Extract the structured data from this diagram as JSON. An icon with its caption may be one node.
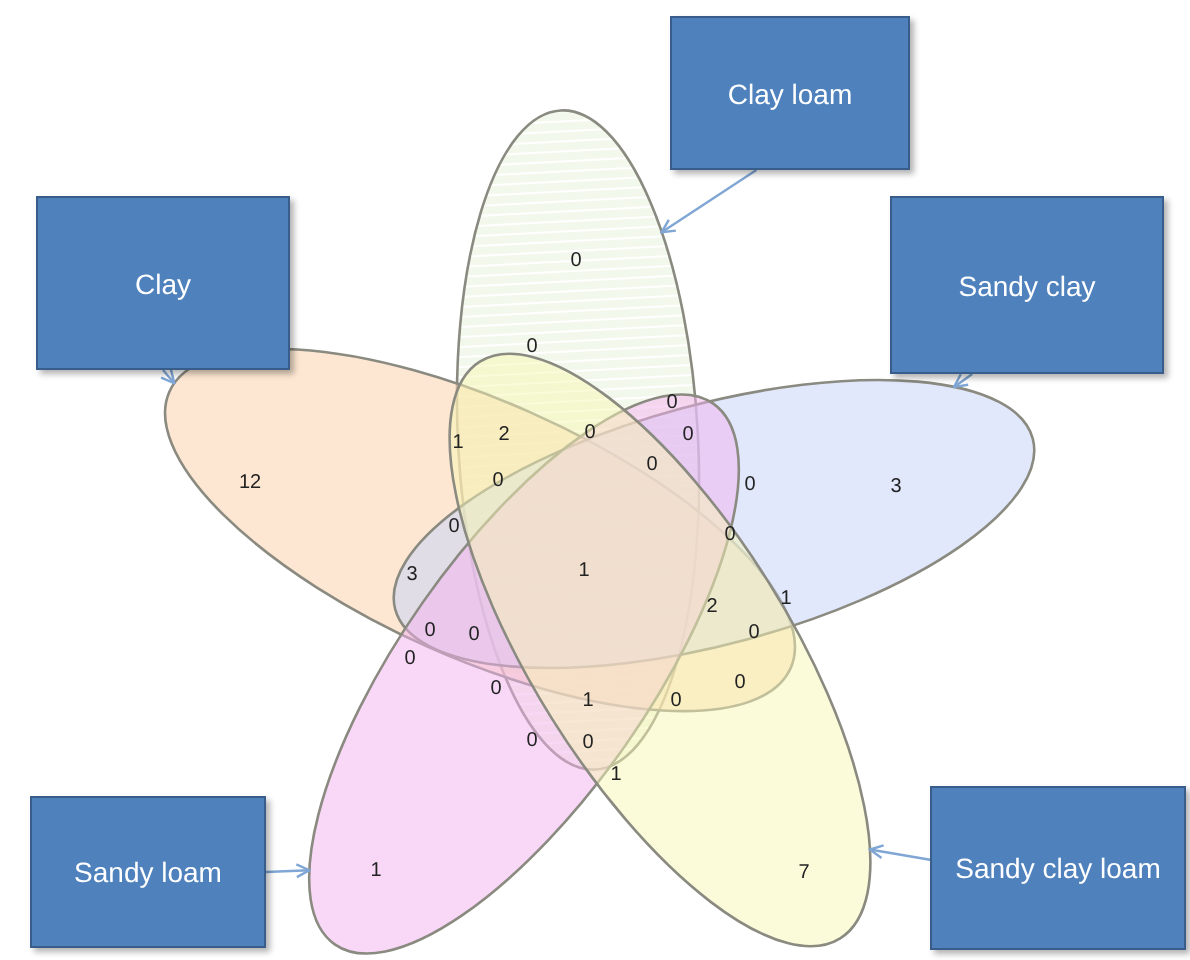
{
  "diagram": {
    "nodes": [
      {
        "text": [
          "Clay loam"
        ]
      },
      {
        "text": [
          "Clay"
        ]
      },
      {
        "text": [
          "Sandy clay"
        ]
      },
      {
        "text": [
          "Sandy loam"
        ]
      },
      {
        "text": [
          "Sandy clay loam"
        ]
      },
      {
        "text": [],
        "shape": "ellipse"
      },
      {
        "text": [],
        "shape": "ellipse"
      },
      {
        "text": [],
        "shape": "ellipse"
      },
      {
        "text": [],
        "shape": "ellipse"
      },
      {
        "text": [],
        "shape": "ellipse"
      }
    ],
    "edges": [
      {
        "from": 0,
        "to": 5,
        "arrow": "to"
      },
      {
        "from": 1,
        "to": 6,
        "arrow": "to"
      },
      {
        "from": 2,
        "to": 7,
        "arrow": "to"
      },
      {
        "from": 3,
        "to": 8,
        "arrow": "to"
      },
      {
        "from": 4,
        "to": 9,
        "arrow": "to"
      }
    ],
    "labels": [
      "0",
      "0",
      "0",
      "0",
      "0",
      "2",
      "1",
      "0",
      "0",
      "0",
      "12",
      "3",
      "0",
      "0",
      "1",
      "3",
      "1",
      "2",
      "0",
      "0",
      "0",
      "0",
      "0",
      "0",
      "1",
      "0",
      "0",
      "0",
      "1",
      "1",
      "7"
    ]
  }
}
